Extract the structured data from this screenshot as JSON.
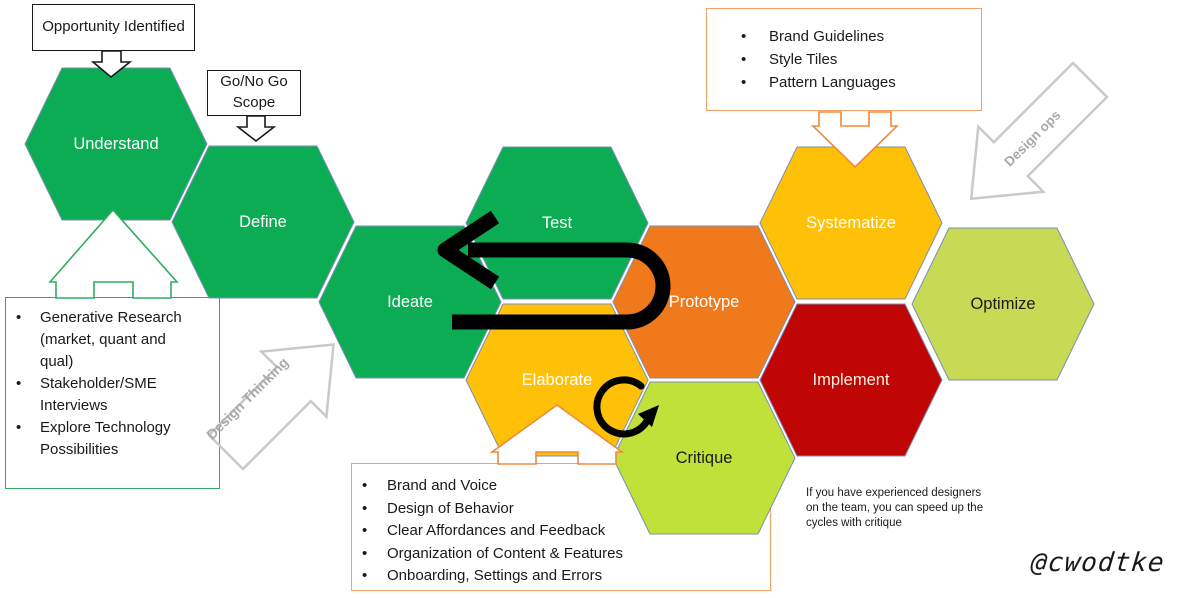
{
  "colors": {
    "hex_outline": "#7C8FB4",
    "black": "#1A1A1A",
    "green_border": "#2FAD63",
    "orange_border": "#F2A269",
    "orange_arrow": "#ED8A3C",
    "arrow_gray": "#C9C9C9",
    "label_gray": "#A9A9A9",
    "arrow_black": "#000000"
  },
  "hexagons": [
    {
      "id": "understand",
      "label": "Understand",
      "fill": "#0BAC53",
      "text_color": "#FFFFFF"
    },
    {
      "id": "define",
      "label": "Define",
      "fill": "#0BAC53",
      "text_color": "#FFFFFF"
    },
    {
      "id": "ideate",
      "label": "Ideate",
      "fill": "#0BAC53",
      "text_color": "#FFFFFF"
    },
    {
      "id": "test",
      "label": "Test",
      "fill": "#0BAC53",
      "text_color": "#FFFFFF"
    },
    {
      "id": "elaborate",
      "label": "Elaborate",
      "fill": "#FFC008",
      "text_color": "#FFFFFF"
    },
    {
      "id": "prototype",
      "label": "Prototype",
      "fill": "#F0791B",
      "text_color": "#FFFFFF"
    },
    {
      "id": "critique",
      "label": "Critique",
      "fill": "#C0E13A",
      "text_color": "#1A1A1A"
    },
    {
      "id": "systematize",
      "label": "Systematize",
      "fill": "#FFC008",
      "text_color": "#FFFFFF"
    },
    {
      "id": "implement",
      "label": "Implement",
      "fill": "#C00505",
      "text_color": "#FDEFE0"
    },
    {
      "id": "optimize",
      "label": "Optimize",
      "fill": "#C8DA55",
      "text_color": "#1A1A1A"
    }
  ],
  "callouts": {
    "opportunity": {
      "text": "Opportunity Identified"
    },
    "go_no_go": {
      "text": "Go/No Go Scope"
    },
    "research": {
      "items": [
        "Generative Research (market, quant and qual)",
        "Stakeholder/SME Interviews",
        "Explore Technology Possibilities"
      ]
    },
    "brand": {
      "items": [
        "Brand Guidelines",
        "Style Tiles",
        "Pattern Languages"
      ]
    },
    "elaboration": {
      "items": [
        "Brand and Voice",
        "Design of Behavior",
        "Clear Affordances and Feedback",
        "Organization of Content & Features",
        "Onboarding, Settings and Errors"
      ]
    }
  },
  "annotations": {
    "design_thinking": "Design Thinking",
    "design_ops": "Design ops",
    "critique_note": "If you have experienced  designers\non the team, you can speed up the\ncycles with critique",
    "signature": "@cwodtke",
    "bullet": "•"
  }
}
